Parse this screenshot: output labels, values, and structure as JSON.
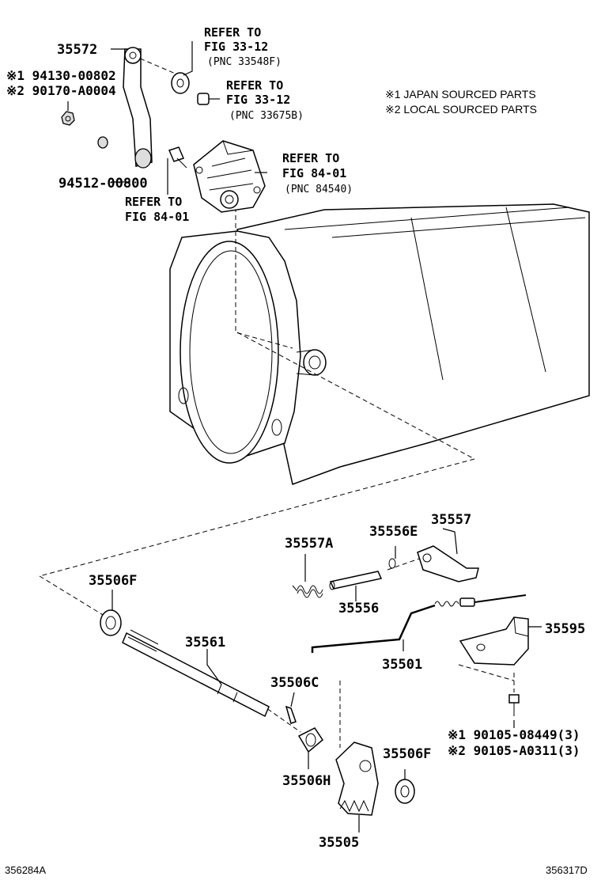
{
  "legend": {
    "japan": "※1  JAPAN SOURCED PARTS",
    "local": "※2  LOCAL SOURCED PARTS"
  },
  "refs": {
    "r1_line1": "REFER TO",
    "r1_line2": "FIG 33-12",
    "r1_pnc": "(PNC 33548F)",
    "r2_line1": "REFER TO",
    "r2_line2": "FIG 33-12",
    "r2_pnc": "(PNC 33675B)",
    "r3_line1": "REFER TO",
    "r3_line2": "FIG 84-01",
    "r3_pnc": "(PNC 84540)",
    "r4_line1": "REFER TO",
    "r4_line2": "FIG 84-01"
  },
  "parts": {
    "p35572": "35572",
    "p94130": "※1 94130-00802",
    "p90170": "※2 90170-A0004",
    "p94512": "94512-00800",
    "p35557A": "35557A",
    "p35556E": "35556E",
    "p35557": "35557",
    "p35506F_top": "35506F",
    "p35556": "35556",
    "p35561": "35561",
    "p35501": "35501",
    "p35595": "35595",
    "p35506C": "35506C",
    "p90105_1": "※1 90105-08449(3)",
    "p90105_2": "※2 90105-A0311(3)",
    "p35506F_bot": "35506F",
    "p35506H": "35506H",
    "p35505": "35505"
  },
  "codes": {
    "left": "356284A",
    "right": "356317D"
  }
}
